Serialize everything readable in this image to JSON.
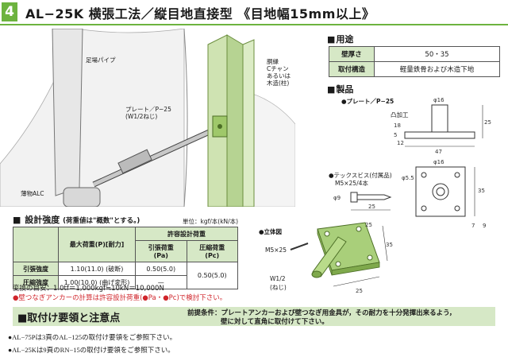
{
  "header": {
    "section_number": "4",
    "title": "AL−25K 横張工法／縦目地直接型 《目地幅15mm以上》"
  },
  "illustration": {
    "label_pipe": "足場パイプ",
    "label_frame_1": "胴縁",
    "label_frame_2": "Cチャン",
    "label_frame_3": "あるいは",
    "label_frame_4": "木造(柱)",
    "label_plate_1": "プレート／P−25",
    "label_plate_2": "(W1/2ねじ)",
    "label_alc": "薄物ALC"
  },
  "usage": {
    "title": "用途",
    "rows": [
      {
        "label": "壁厚さ",
        "value": "50・35"
      },
      {
        "label": "取付構造",
        "value": "軽量鉄骨および木造下地"
      }
    ]
  },
  "product": {
    "title": "製品",
    "plate_label": "●プレート／P−25",
    "convex_label": "凸加工",
    "screw_label_1": "●テックスビス(付属品)",
    "screw_label_2": "M5×25/4本",
    "iso_label": "●立体図",
    "iso_m5": "M5×25",
    "iso_w1": "W1/2",
    "iso_w2": "(ねじ)",
    "dims": {
      "d16a": "φ16",
      "d25a": "25",
      "d18": "18",
      "d5": "5",
      "d12": "12",
      "d47": "47",
      "d16b": "φ16",
      "d55": "φ5.5",
      "d35": "35",
      "d9": "φ9",
      "d25b": "25",
      "d7": "7",
      "d9b": "9",
      "iso25a": "25",
      "iso25b": "25",
      "iso35": "35"
    }
  },
  "strength": {
    "title": "設計強度",
    "subtitle": "(荷重値は\"概数\"とする。)",
    "unit": "単位：kgf/本(kN/本)",
    "col_max": "最大荷重(P)[耐力]",
    "col_allow": "許容設計荷重",
    "col_tension": "引張荷重",
    "col_tension_unit": "(Pa)",
    "col_comp": "圧縮荷重",
    "col_comp_unit": "(Pc)",
    "rows": [
      {
        "label": "引張強度",
        "max": "1.10(11.0) (破断)",
        "tension": "0.50(5.0)",
        "comp": "0.50(5.0)"
      },
      {
        "label": "圧縮強度",
        "max": "1.00(10.0) (曲げ変形)",
        "tension": "—"
      }
    ],
    "note1": "変換の目安：1.0tf＝1,000kgf≒10kN＝10,000N",
    "note2": "●壁つなぎアンカーの計算は許容設計荷重(●Pa・●Pc)で検討下さい。",
    "note2_color": "#d0252b"
  },
  "mounting": {
    "title": "取付け要領と注意点",
    "condition_1": "前提条件：プレートアンカーおよび壁つなぎ用金具が，その耐力を十分発揮出来るよう，",
    "condition_2": "壁に対して直角に取付けて下さい。",
    "notes": [
      "●AL−75Pは3頁のAL−125の取付け要領をご参照下さい。",
      "●AL−25Kは9頁のRN−15の取付け要領をご参照下さい。"
    ]
  },
  "colors": {
    "accent": "#6db33f",
    "table_head": "#d6e8c6",
    "plate": "#a9cf7a"
  }
}
